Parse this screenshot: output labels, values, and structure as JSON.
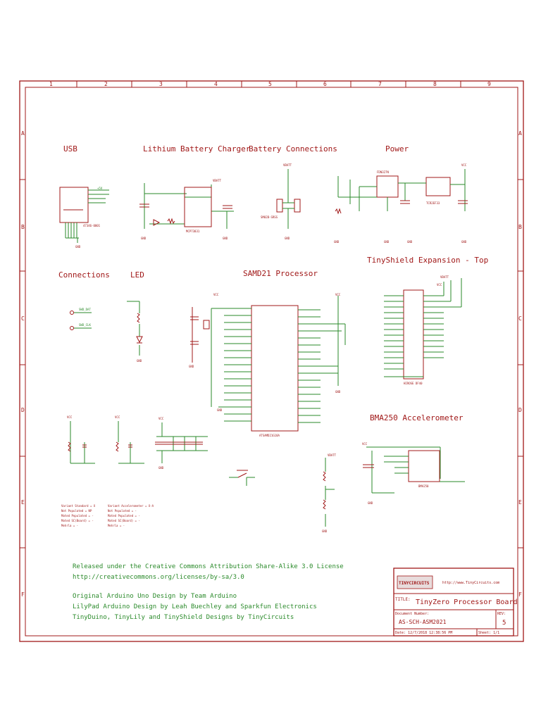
{
  "frame": {
    "columns": [
      "1",
      "2",
      "3",
      "4",
      "5",
      "6",
      "7",
      "8",
      "9"
    ],
    "rows": [
      "A",
      "B",
      "C",
      "D",
      "E",
      "F"
    ]
  },
  "sections": {
    "usb": "USB",
    "charger": "Lithium Battery Charger",
    "battery": "Battery Connections",
    "power": "Power",
    "expansion": "TinyShield Expansion - Top",
    "connections": "Connections",
    "led": "LED",
    "processor": "SAMD21 Processor",
    "accelerometer": "BMA250 Accelerometer"
  },
  "parts": {
    "usb_connector": "47346-0001",
    "charger_ic": "MCP73831",
    "battery_conn": "SM02B-SRSS",
    "power_ic1": "FDN327N",
    "power_ic2": "TCR2EF33",
    "expansion_conn": "HIROSE DF40",
    "mcu": "ATSAMD21G18A",
    "accel": "BMA250",
    "usb_label": "+5V",
    "vbatt": "VBATT",
    "vcc": "VCC",
    "gnd": "GND"
  },
  "connection_labels": [
    "SWD_DAT",
    "SWD_CLK"
  ],
  "variants_left": [
    "Variant Standard = X",
    "Not Populated = NP",
    "Mated Populated = -",
    "Mated SC(Board) = -",
    "Mehrla = -"
  ],
  "variants_right": [
    "Variant Accelerometer = X-A",
    "Not Populated = -",
    "Mated Populated = -",
    "Mated SC(Board) = -",
    "Mehrla = -"
  ],
  "license": [
    "Released under the Creative Commons Attribution Share-Alike 3.0 License",
    "http://creativecommons.org/licenses/by-sa/3.0"
  ],
  "credits": [
    "Original Arduino Uno Design by Team Arduino",
    "LilyPad Arduino Design by Leah Buechley and Sparkfun Electronics",
    "TinyDuino, TinyLily and TinyShield Designs by TinyCircuits"
  ],
  "title_block": {
    "logo": "TINYCIRCUITS",
    "url": "http://www.TinyCircuits.com",
    "title_label": "TITLE:",
    "title": "TinyZero Processor Board",
    "doc_label": "Document Number:",
    "doc_number": "AS-SCH-ASM2021",
    "rev_label": "REV:",
    "rev": "5",
    "date": "Date: 12/7/2018 12:38:56 PM",
    "sheet": "Sheet: 1/1"
  }
}
